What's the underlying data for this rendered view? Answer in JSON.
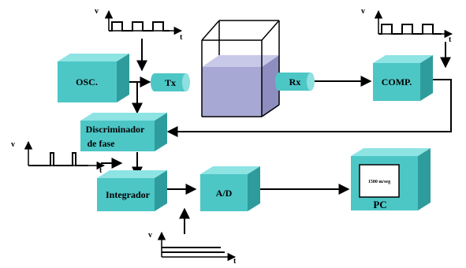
{
  "blocks": {
    "osc": "OSC.",
    "tx": "Tx",
    "rx": "Rx",
    "comp": "COMP.",
    "discriminador_line1": "Discriminador",
    "discriminador_line2": "de fase",
    "integrador": "Integrador",
    "ad": "A/D",
    "pc": "PC",
    "pc_screen": "1500 m/seg"
  },
  "axes": {
    "v": "v",
    "t": "t"
  },
  "colors": {
    "box_front": "#4dc6c6",
    "box_top": "#8ee3e3",
    "box_side": "#2e9c9c",
    "cyl": "#4dc6c6",
    "cyl_cap": "#8fe0e0",
    "cube_face": "#a8a8d4",
    "cube_top": "#c8c8e8",
    "line": "#000000"
  }
}
